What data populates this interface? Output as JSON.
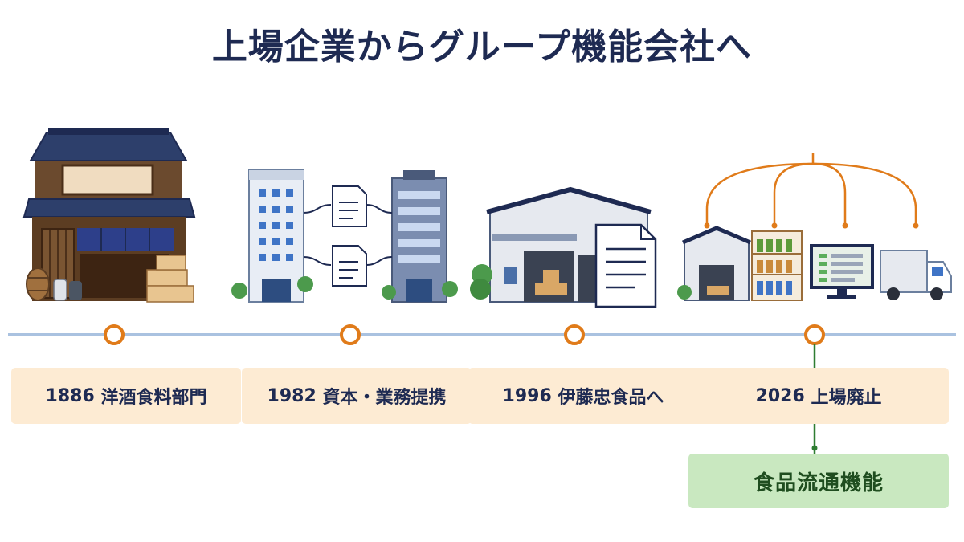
{
  "title": "上場企業からグループ機能会社へ",
  "milestones": [
    {
      "year": "1886",
      "text": "洋酒食料部門"
    },
    {
      "year": "1982",
      "text": "資本・業務提携"
    },
    {
      "year": "1996",
      "text": "伊藤忠食品へ"
    },
    {
      "year": "2026",
      "text": "上場廃止"
    }
  ],
  "result": "食品流通機能",
  "colors": {
    "title": "#1e2a52",
    "timeline": "#aac2e0",
    "node": "#e07b1a",
    "label_bg": "#fdebd3",
    "result_bg": "#c9e8c0",
    "connector": "#2e7d32"
  },
  "icons": [
    "traditional-shop-icon",
    "office-buildings-icon",
    "document-icon",
    "warehouse-icon",
    "shelves-icon",
    "monitor-icon",
    "truck-icon"
  ]
}
